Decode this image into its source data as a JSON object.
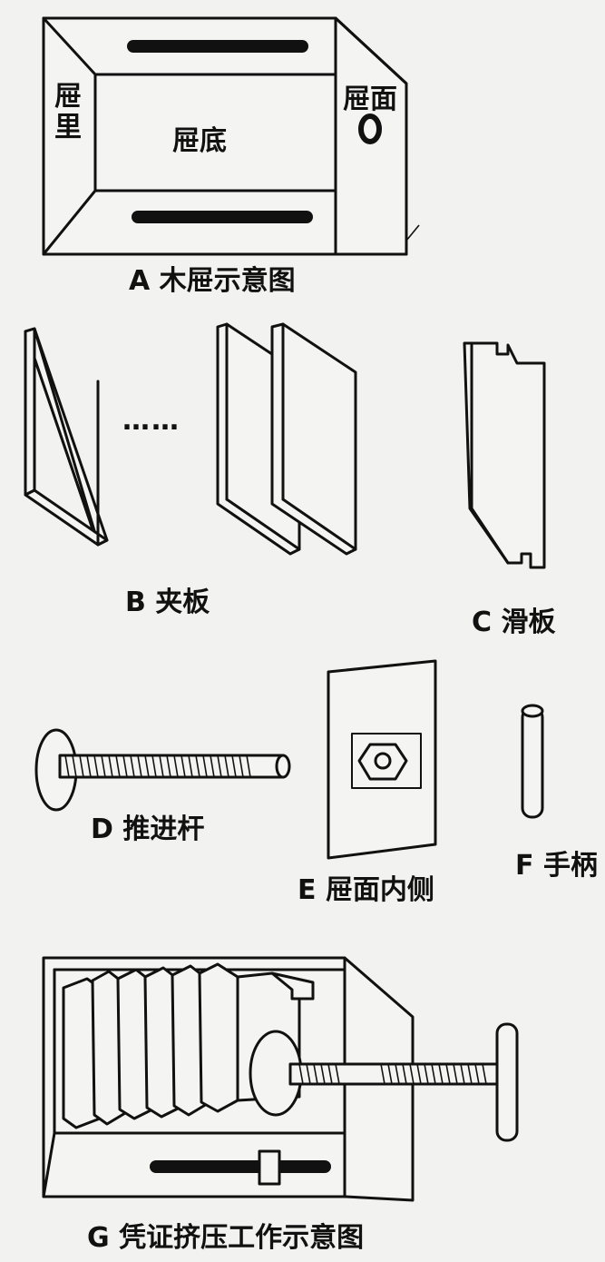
{
  "figure_a": {
    "caption": "A  木屉示意图",
    "label_inside": "屉里",
    "label_bottom": "屉底",
    "label_front": "屉面"
  },
  "figure_b": {
    "caption": "B  夹板",
    "ellipsis": "……"
  },
  "figure_c": {
    "caption": "C  滑板"
  },
  "figure_d": {
    "caption": "D  推进杆"
  },
  "figure_e": {
    "caption": "E  屉面内侧"
  },
  "figure_f": {
    "caption": "F  手柄"
  },
  "figure_g": {
    "caption": "G  凭证挤压工作示意图"
  },
  "colors": {
    "ink": "#111111",
    "paper": "#f2f2f0"
  }
}
